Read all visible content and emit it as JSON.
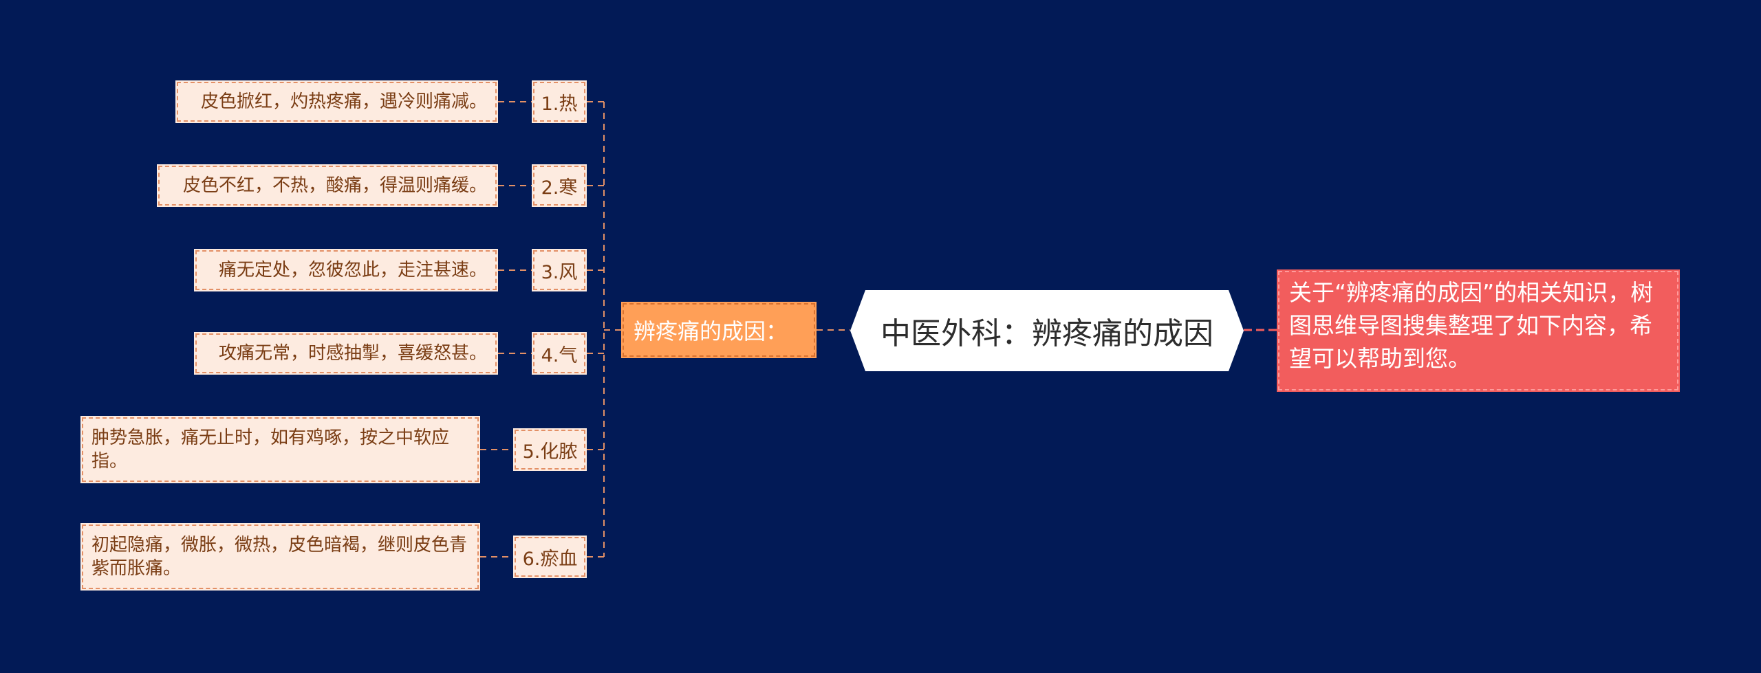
{
  "center": {
    "title": "中医外科：辨疼痛的成因"
  },
  "category": {
    "label": "辨疼痛的成因："
  },
  "note": {
    "text": "关于“辨疼痛的成因”的相关知识，树图思维导图搜集整理了如下内容，希望可以帮助到您。"
  },
  "branches": [
    {
      "label": "1.热",
      "detail": "皮色掀红，灼热疼痛，遇冷则痛减。"
    },
    {
      "label": "2.寒",
      "detail": "皮色不红，不热，酸痛，得温则痛缓。"
    },
    {
      "label": "3.风",
      "detail": "痛无定处，忽彼忽此，走注甚速。"
    },
    {
      "label": "4.气",
      "detail": "攻痛无常，时感抽掣，喜缓怒甚。"
    },
    {
      "label": "5.化脓",
      "detail": "肿势急胀，痛无止时，如有鸡啄，按之中软应指。"
    },
    {
      "label": "6.瘀血",
      "detail": "初起隐痛，微胀，微热，皮色暗褐，继则皮色青紫而胀痛。"
    }
  ],
  "colors": {
    "background": "#021a56",
    "detail_fill": "#fdebe0",
    "detail_text": "#7a3d14",
    "connector": "#e39066",
    "category_fill": "#ff9f57",
    "note_fill": "#f25d5d",
    "center_fill": "#ffffff"
  }
}
